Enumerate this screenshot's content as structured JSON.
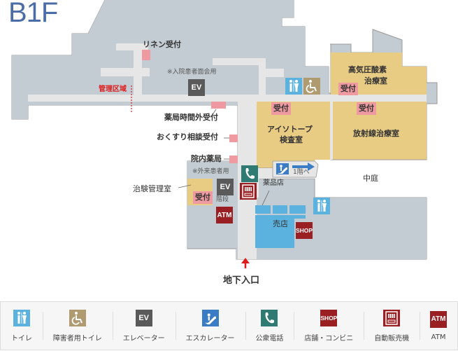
{
  "floor": {
    "title": "B1F"
  },
  "colors": {
    "building": "#c2ccd2",
    "corridor": "#e6e6e6",
    "clinic": "#e8cc84",
    "reception": "#ee9aa0",
    "shop_area": "#5bb2de",
    "outline": "#999999",
    "restricted_label": "#e01b1b",
    "entrance_arrow": "#e01b1b"
  },
  "map": {
    "labels": {
      "linen": "リネン受付",
      "visitor_note": "※入院患者面会用",
      "restricted": "管理区域",
      "pharmacy_after_hours": "薬局時間外受付",
      "medicine_consult": "おくすり相談受付",
      "in_hospital_pharmacy": "院内薬局",
      "outpatient_note": "※外来患者用",
      "clinical_trial": "治験管理室",
      "stairs": "階段",
      "hyperbaric_1": "高気圧酸素",
      "hyperbaric_2": "治療室",
      "isotope_1": "アイソトープ",
      "isotope_2": "検査室",
      "radiation": "放射線治療室",
      "to_1f": "1階へ",
      "drugstore": "薬品店",
      "courtyard": "中庭",
      "store": "売店",
      "entrance": "地下入口"
    },
    "reception_label": "受付",
    "icons": {
      "ev": "EV",
      "atm": "ATM",
      "shop": "SHOP"
    }
  },
  "legend": {
    "items": [
      {
        "icon": "toilet-icon",
        "label": "トイレ"
      },
      {
        "icon": "accessible-toilet-icon",
        "label": "障害者用トイレ"
      },
      {
        "icon": "elevator-icon",
        "label": "エレベーター",
        "glyph": "EV"
      },
      {
        "icon": "escalator-icon",
        "label": "エスカレーター"
      },
      {
        "icon": "phone-icon",
        "label": "公衆電話"
      },
      {
        "icon": "shop-icon",
        "label": "店舗・コンビニ",
        "glyph": "SHOP"
      },
      {
        "icon": "vending-machine-icon",
        "label": "自動販売機"
      },
      {
        "icon": "atm-icon",
        "label": "ATM",
        "glyph": "ATM"
      }
    ]
  }
}
